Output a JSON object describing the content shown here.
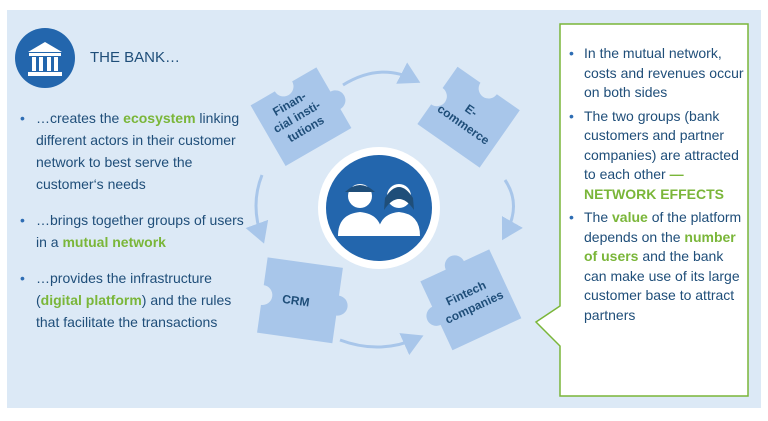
{
  "header": {
    "title": "THE BANK…"
  },
  "left_bullets": [
    {
      "parts": [
        {
          "text": "…creates the ",
          "hl": false
        },
        {
          "text": "ecosystem",
          "hl": true
        },
        {
          "text": " linking different actors in their customer network to best serve the customer‘s needs",
          "hl": false
        }
      ]
    },
    {
      "parts": [
        {
          "text": "…brings together groups of users in a ",
          "hl": false
        },
        {
          "text": "mutual network",
          "hl": true
        }
      ]
    },
    {
      "parts": [
        {
          "text": "…provides the infrastructure (",
          "hl": false
        },
        {
          "text": "digital platform",
          "hl": true
        },
        {
          "text": ") and the rules that facilitate the transactions",
          "hl": false
        }
      ]
    }
  ],
  "puzzle": {
    "financial": [
      "Finan-",
      "cial insti-",
      "tutions"
    ],
    "ecommerce": [
      "E-",
      "commerce"
    ],
    "crm": [
      "CRM"
    ],
    "fintech": [
      "Fintech",
      "companies"
    ]
  },
  "right_bullets": [
    {
      "parts": [
        {
          "text": "In the mutual network, costs and revenues occur on both sides",
          "hl": false
        }
      ]
    },
    {
      "parts": [
        {
          "text": "The two groups (bank customers and partner companies) are attracted to each other ",
          "hl": false
        },
        {
          "text": "—NETWORK EFFECTS",
          "hl": true
        }
      ]
    },
    {
      "parts": [
        {
          "text": "The ",
          "hl": false
        },
        {
          "text": "value",
          "hl": true
        },
        {
          "text": " of the platform depends on the ",
          "hl": false
        },
        {
          "text": "number of users",
          "hl": true
        },
        {
          "text": " and the bank can make use of its large customer base to attract partners",
          "hl": false
        }
      ]
    }
  ],
  "colors": {
    "dark_blue": "#1f4e79",
    "icon_blue": "#2366ad",
    "puzzle": "#a8c6ea",
    "green": "#7ab639",
    "panel": "#dce9f6"
  },
  "icons": {
    "bank": "bank-building-icon",
    "users": "two-users-icon"
  }
}
